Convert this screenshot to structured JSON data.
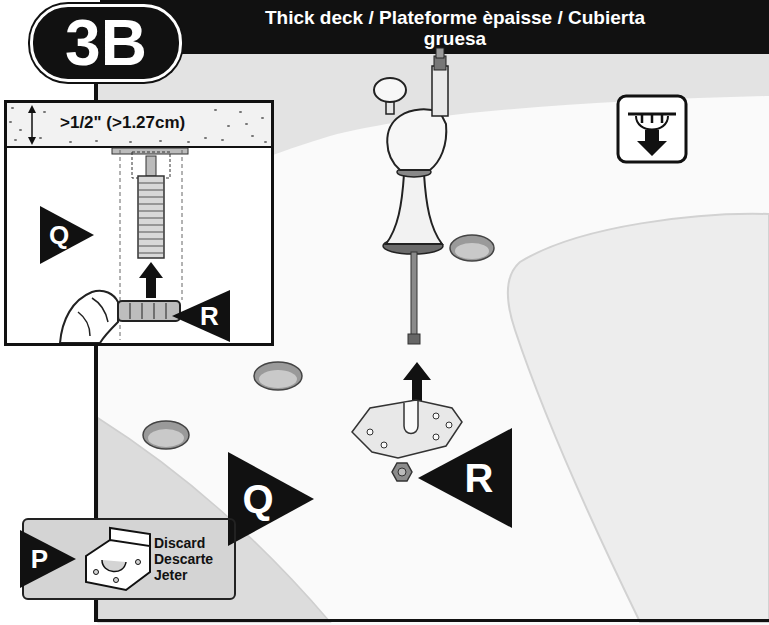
{
  "diagram": {
    "title": "Thick deck / Plateforme èpaisse / Cubierta gruesa",
    "nodes": [
      {
        "text": [
          "3B"
        ]
      },
      {
        "text": [
          ">1/2\" (>1.27cm)"
        ]
      },
      {
        "text": [
          "Q"
        ],
        "in": 1
      },
      {
        "text": [
          "R"
        ],
        "in": 1
      },
      {
        "text": [
          "Q"
        ]
      },
      {
        "text": [
          "R"
        ]
      },
      {
        "text": [
          "Discard Descarte Jeter"
        ]
      },
      {
        "text": [
          "P"
        ],
        "in": 6
      }
    ]
  }
}
